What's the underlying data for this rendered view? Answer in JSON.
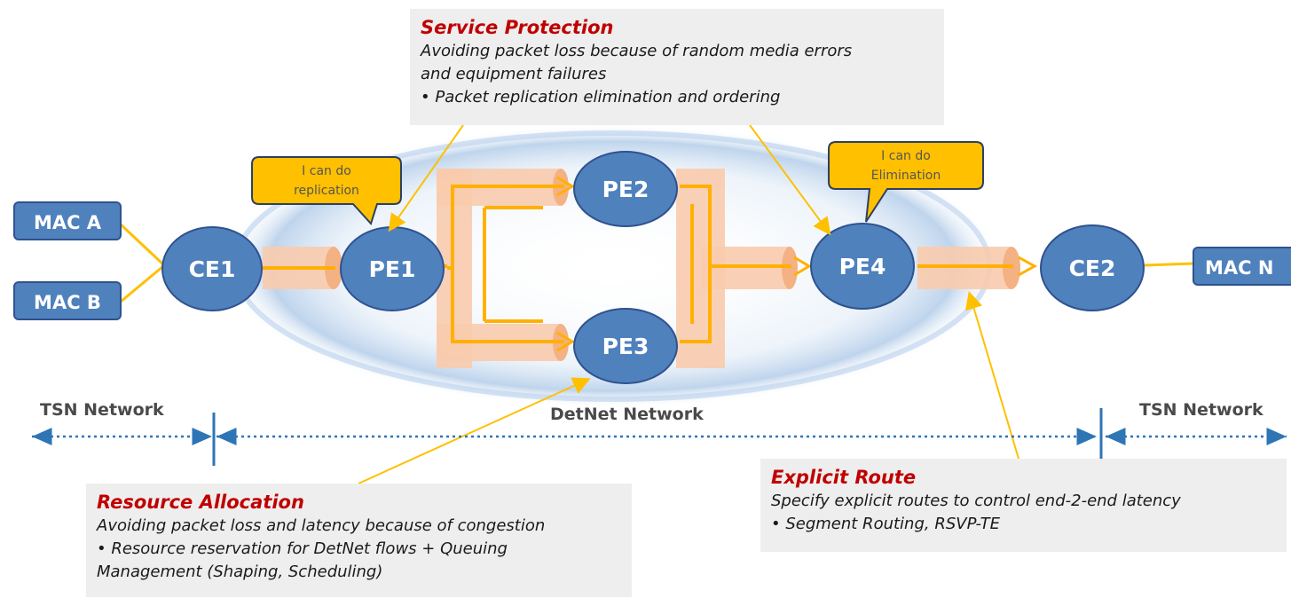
{
  "nodes": {
    "mac_a": "MAC A",
    "mac_b": "MAC B",
    "mac_n": "MAC N",
    "ce1": "CE1",
    "ce2": "CE2",
    "pe1": "PE1",
    "pe2": "PE2",
    "pe3": "PE3",
    "pe4": "PE4"
  },
  "callouts": {
    "replication": [
      "I can do",
      "replication"
    ],
    "elimination": [
      "I can do",
      "Elimination"
    ]
  },
  "networks": {
    "tsn_left": "TSN Network",
    "detnet": "DetNet Network",
    "tsn_right": "TSN Network"
  },
  "boxes": {
    "service_protection": {
      "title": "Service Protection",
      "lines": [
        "Avoiding packet loss because of random media errors",
        "and equipment failures",
        "•  Packet replication elimination  and ordering"
      ]
    },
    "resource_allocation": {
      "title": "Resource Allocation",
      "lines": [
        "Avoiding packet loss and latency because of congestion",
        "•  Resource reservation for DetNet flows + Queuing",
        "Management (Shaping, Scheduling)"
      ]
    },
    "explicit_route": {
      "title": "Explicit Route",
      "lines": [
        "Specify explicit routes to control end-2-end latency",
        "• Segment Routing, RSVP-TE"
      ]
    }
  },
  "colors": {
    "node_fill": "#4f81bd",
    "node_stroke": "#2f528f",
    "pipe": "#f8cbad",
    "flow": "#ffb000",
    "callout_fill": "#ffc000",
    "axis": "#2e75b6",
    "title_red": "#c00000"
  }
}
